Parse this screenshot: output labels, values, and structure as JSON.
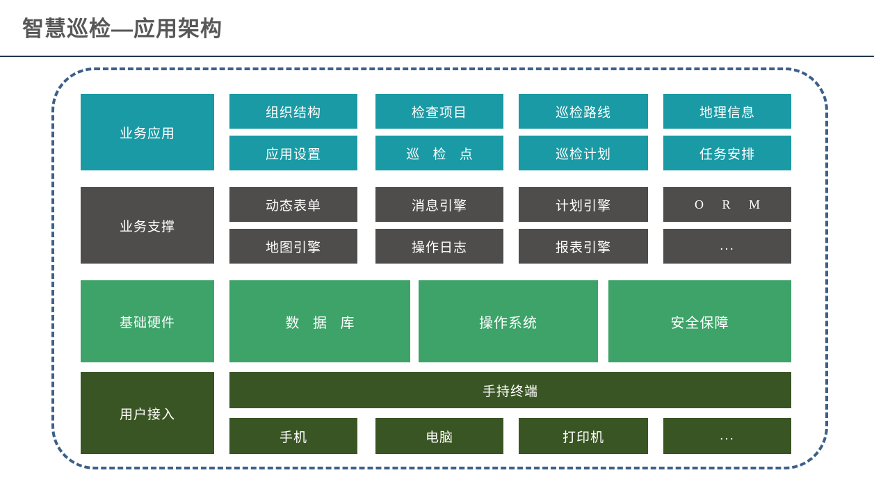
{
  "header": {
    "title": "智慧巡检—应用架构"
  },
  "colors": {
    "business_application": "#1a9aa4",
    "business_support": "#4f4c4c",
    "basic_hardware": "#3da368",
    "user_access": "#3a5524",
    "frame_border": "#3c6088",
    "header_rule": "#20374c",
    "title_text": "#575757"
  },
  "diagram": {
    "rows": [
      {
        "label": "业务应用",
        "top_cells": [
          "组织结构",
          "检查项目",
          "巡检路线",
          "地理信息"
        ],
        "bottom_cells": [
          "应用设置",
          "巡 检 点",
          "巡检计划",
          "任务安排"
        ]
      },
      {
        "label": "业务支撑",
        "top_cells": [
          "动态表单",
          "消息引擎",
          "计划引擎",
          "O R M"
        ],
        "bottom_cells": [
          "地图引擎",
          "操作日志",
          "报表引擎",
          "..."
        ]
      },
      {
        "label": "基础硬件",
        "cells": [
          "数 据 库",
          "操作系统",
          "安全保障"
        ]
      },
      {
        "label": "用户接入",
        "wide_cell": "手持终端",
        "bottom_cells": [
          "手机",
          "电脑",
          "打印机",
          "..."
        ]
      }
    ]
  }
}
